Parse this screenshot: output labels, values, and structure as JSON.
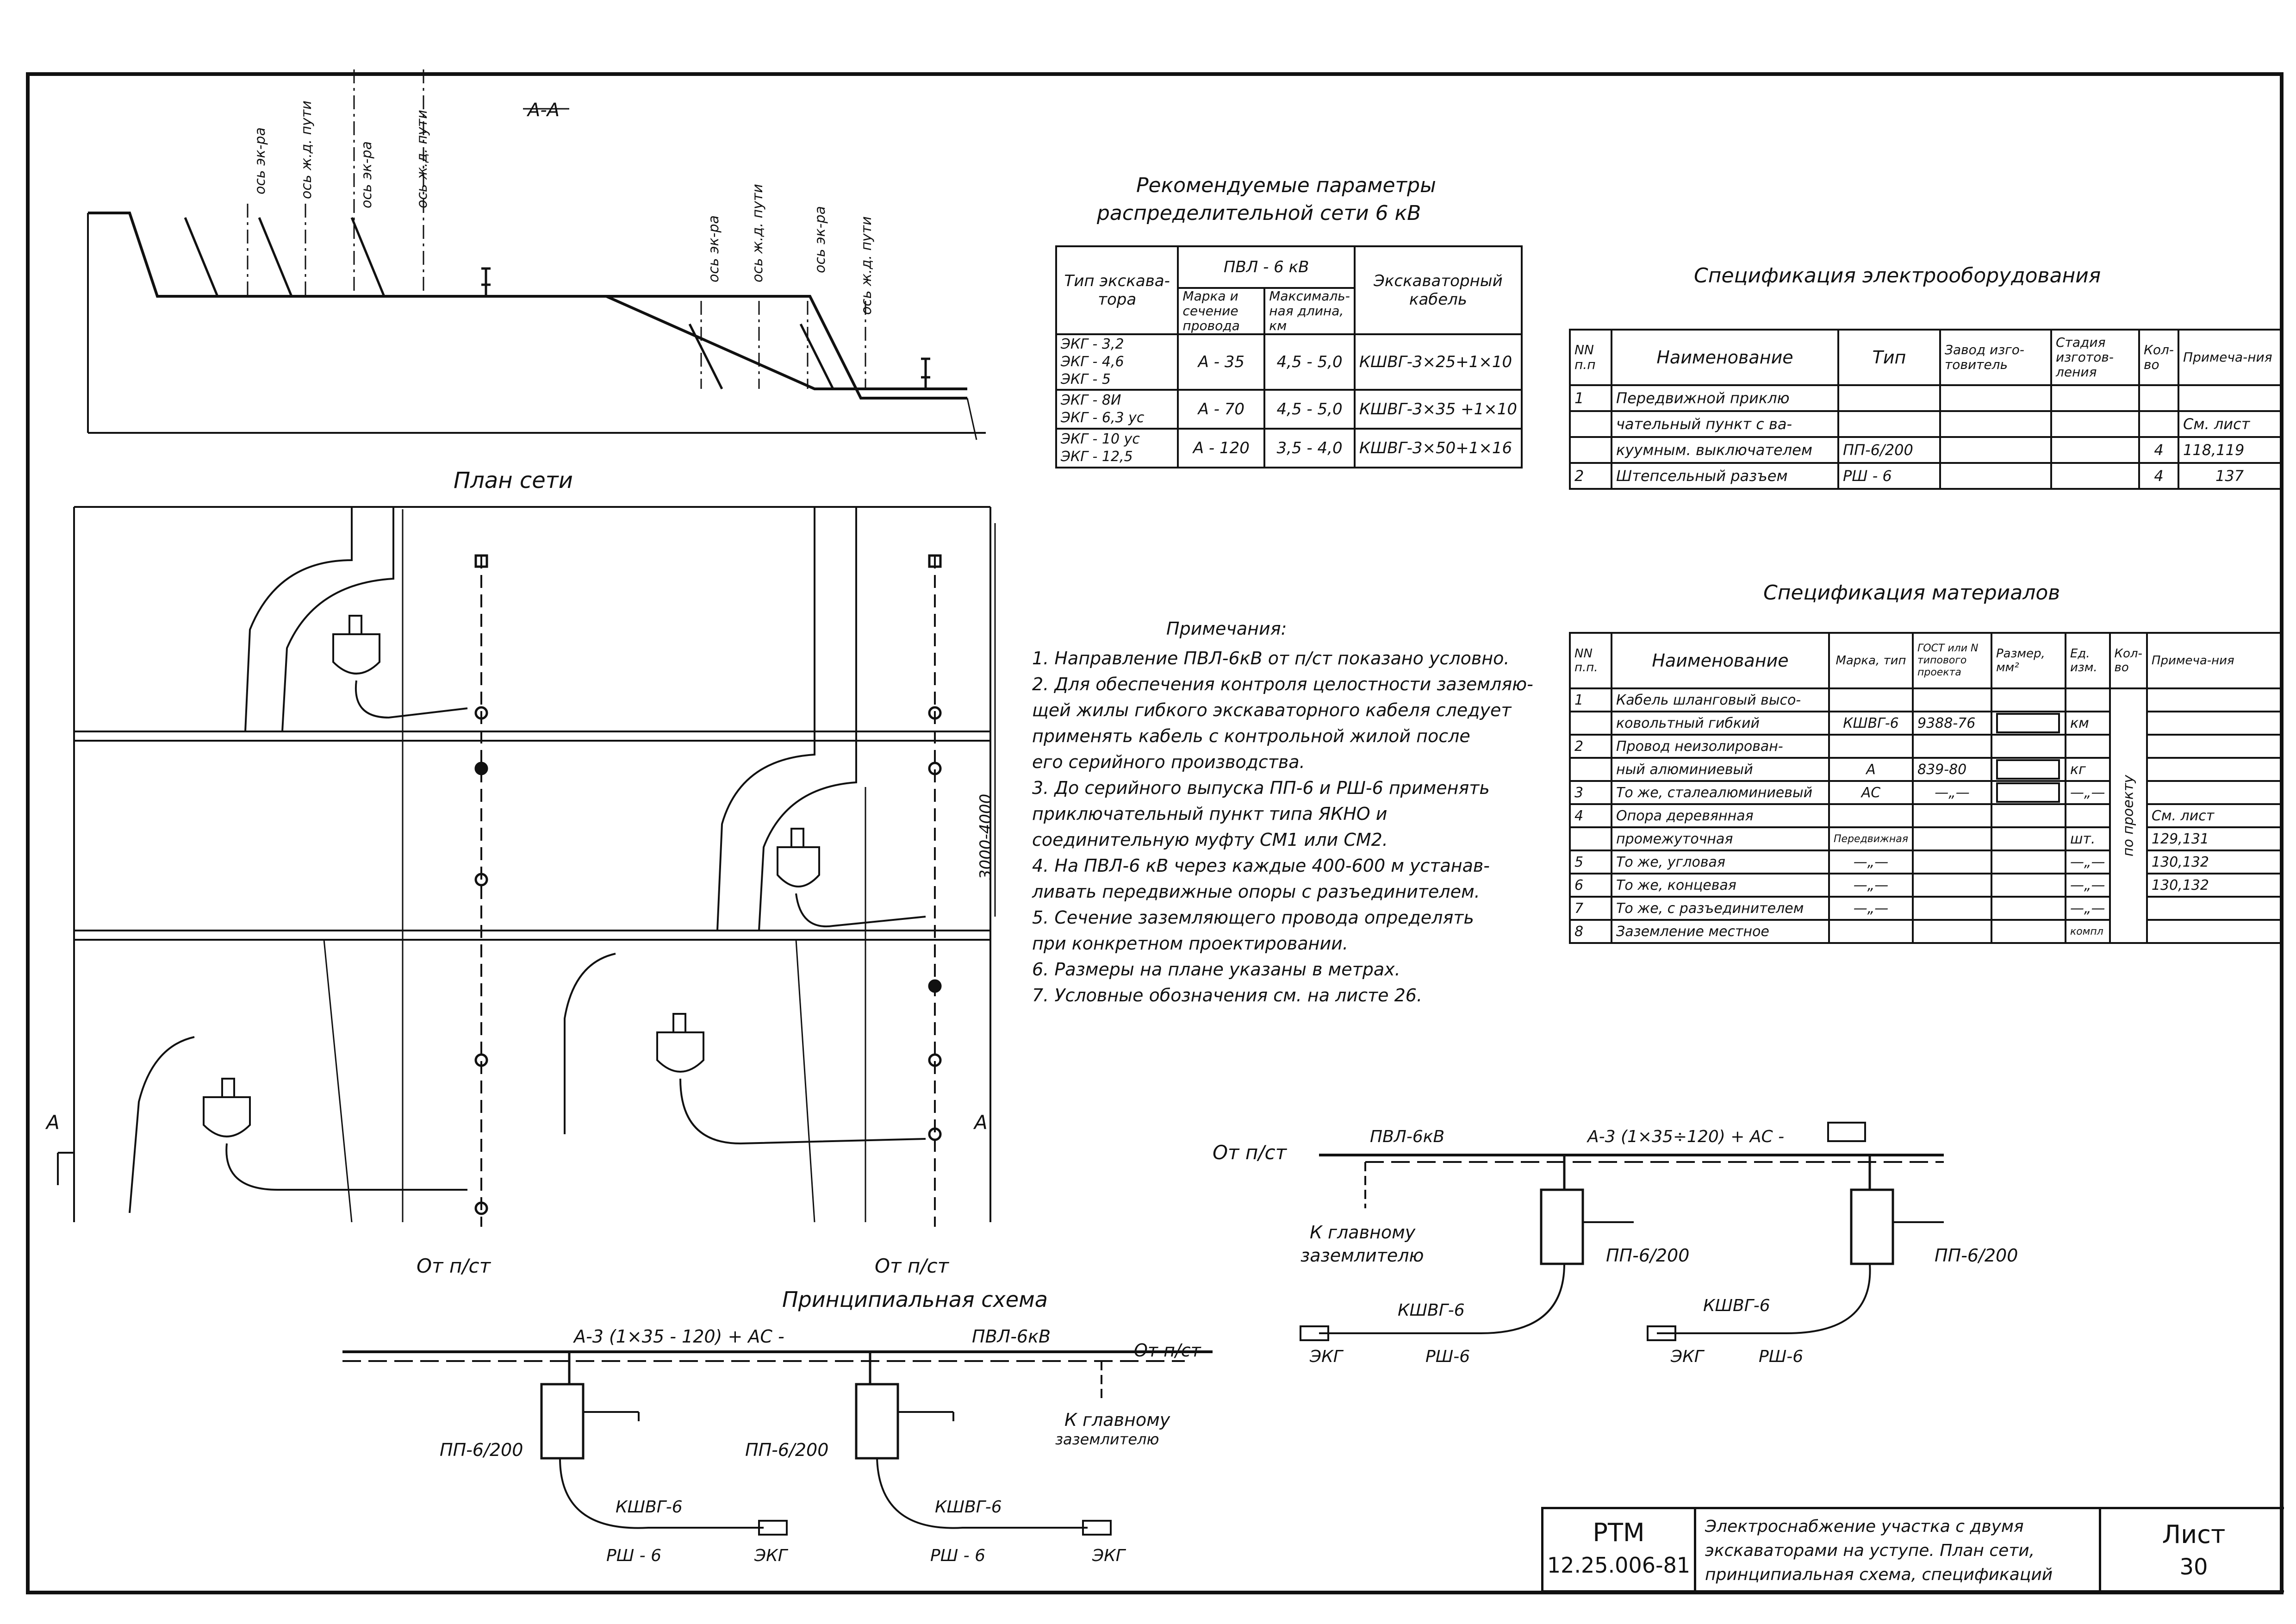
{
  "section_label": "А-А",
  "section_axes": [
    "ось эк-ра",
    "ось ж.д. пути",
    "ось эк-ра",
    "ось ж.д. пути",
    "ось эк-ра",
    "ось ж.д. пути",
    "ось эк-ра",
    "ось ж.д. пути"
  ],
  "plan_title": "План   сети",
  "plan_dimension": "3000-4000",
  "plan_section_marks": [
    "А",
    "А"
  ],
  "plan_from_labels": [
    "От  п/ст",
    "От п/ст"
  ],
  "params_table": {
    "title_line1": "Рекомендуемые  параметры",
    "title_line2": "распределительной     сети   6 кВ",
    "h_type": "Тип экскава-тора",
    "h_pvl": "ПВЛ - 6 кВ",
    "h_brand": "Марка и сечение провода",
    "h_maxlen": "Максималь-ная длина, км",
    "h_cable": "Экскаваторный кабель",
    "rows": [
      {
        "types": [
          "ЭКГ - 3,2",
          "ЭКГ - 4,6",
          "ЭКГ - 5"
        ],
        "brand": "А - 35",
        "len": "4,5 - 5,0",
        "cable": "КШВГ-3×25+1×10"
      },
      {
        "types": [
          "ЭКГ - 8И",
          "ЭКГ - 6,3 ус"
        ],
        "brand": "А - 70",
        "len": "4,5 - 5,0",
        "cable": "КШВГ-3×35 +1×10"
      },
      {
        "types": [
          "ЭКГ - 10 ус",
          "ЭКГ - 12,5"
        ],
        "brand": "А - 120",
        "len": "3,5 - 4,0",
        "cable": "КШВГ-3×50+1×16"
      }
    ]
  },
  "equip_spec": {
    "title": "Спецификация  электрооборудования",
    "headers": [
      "NN п.п",
      "Наименование",
      "Тип",
      "Завод изго-товитель",
      "Стадия изготов-ления",
      "Кол-во",
      "Примеча-ния"
    ],
    "rows": [
      [
        "1",
        "Передвижной приклю",
        "",
        "",
        "",
        "",
        ""
      ],
      [
        "",
        "чательный пункт с ва-",
        "",
        "",
        "",
        "",
        "См. лист"
      ],
      [
        "",
        "куумным. выключателем",
        "ПП-6/200",
        "",
        "",
        "4",
        "118,119"
      ],
      [
        "2",
        "Штепсельный разъем",
        "РШ - 6",
        "",
        "",
        "4",
        "137"
      ]
    ]
  },
  "mat_spec": {
    "title": "Спецификация  материалов",
    "headers": [
      "NN п.п.",
      "Наименование",
      "Марка, тип",
      "ГОСТ или N типового проекта",
      "Размер, мм²",
      "Ед. изм.",
      "Кол-во",
      "Примеча-ния"
    ],
    "rows": [
      [
        "1",
        "Кабель шланговый высо-",
        "",
        "",
        "",
        "",
        "",
        ""
      ],
      [
        "",
        "ковольтный гибкий",
        "КШВГ-6",
        "9388-76",
        "",
        "км",
        "",
        ""
      ],
      [
        "2",
        "Провод неизолирован-",
        "",
        "",
        "",
        "",
        "",
        ""
      ],
      [
        "",
        "ный алюминиевый",
        "А",
        "839-80",
        "",
        "кг",
        "",
        ""
      ],
      [
        "3",
        "То же, сталеалюминиевый",
        "АС",
        "—„—",
        "",
        "—„—",
        "",
        ""
      ],
      [
        "4",
        "Опора деревянная",
        "",
        "",
        "",
        "",
        "",
        "См. лист"
      ],
      [
        "",
        "промежуточная",
        "Передвижная",
        "",
        "",
        "шт.",
        "",
        "129,131"
      ],
      [
        "5",
        "То же,  угловая",
        "—„—",
        "",
        "",
        "—„—",
        "",
        "130,132"
      ],
      [
        "6",
        "То же,  концевая",
        "—„—",
        "",
        "",
        "—„—",
        "",
        "130,132"
      ],
      [
        "7",
        "То же, с разъединителем",
        "—„—",
        "",
        "",
        "—„—",
        "",
        ""
      ],
      [
        "8",
        "Заземление  местное",
        "",
        "",
        "",
        "компл",
        "",
        ""
      ]
    ],
    "kolvo_merged": "по проекту"
  },
  "notes": {
    "title": "Примечания:",
    "items": [
      "1. Направление ПВЛ-6кВ от п/ст показано условно.",
      "2. Для обеспечения контроля целостности заземляю-",
      "    щей жилы гибкого экскаваторного кабеля следует",
      "    применять кабель с контрольной жилой после",
      "    его серийного производства.",
      "3. До серийного выпуска ПП-6 и РШ-6 применять",
      "    приключательный пункт типа ЯКНО и",
      "    соединительную муфту СМ1 или СМ2.",
      "4. На ПВЛ-6 кВ через каждые 400-600 м устанав-",
      "    ливать передвижные опоры с разъединителем.",
      "5. Сечение заземляющего провода определять",
      "    при конкретном проектировании.",
      "6. Размеры на плане указаны в метрах.",
      "7. Условные обозначения см. на листе 26."
    ]
  },
  "schema_bottom": {
    "title": "Принципиальная  схема",
    "line_label": "А-3 (1×35 - 120) + АС -",
    "pvl_label": "ПВЛ-6кВ",
    "from_label": "От п/ст",
    "ground_label1": "К главному",
    "ground_label2": "заземлителю",
    "pp_label": "ПП-6/200",
    "cable_label": "КШВГ-6",
    "rsh_label": "РШ - 6",
    "ekg_label": "ЭКГ"
  },
  "schema_right": {
    "from_label": "От п/ст",
    "pvl_label": "ПВЛ-6кВ",
    "line_label": "А-3 (1×35÷120) + АС -",
    "ground_label1": "К главному",
    "ground_label2": "заземлителю",
    "pp_label": "ПП-6/200",
    "cable_label": "КШВГ-6",
    "rsh_label": "РШ-6",
    "ekg_label": "ЭКГ"
  },
  "stamp": {
    "code_line1": "РТМ",
    "code_line2": "12.25.006-81",
    "desc": "Электроснабжение участка с двумя экскаваторами на уступе. План сети, принципиальная схема, спецификаций",
    "sheet_label": "Лист",
    "sheet_no": "30"
  }
}
